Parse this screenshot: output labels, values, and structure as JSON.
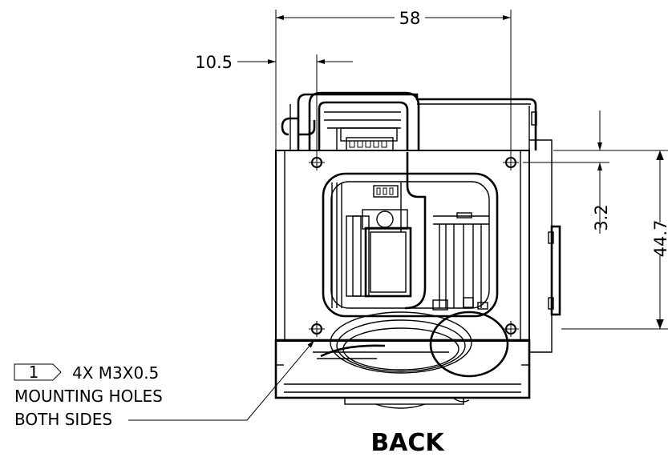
{
  "view": {
    "title": "BACK"
  },
  "dimensions": {
    "overall_width": "58",
    "hole_offset": "10.5",
    "hole_vertical_offset": "3.2",
    "overall_height": "44.7"
  },
  "callout": {
    "flag_number": "1",
    "line1": "4X M3X0.5",
    "line2": "MOUNTING HOLES",
    "line3": "BOTH SIDES"
  }
}
